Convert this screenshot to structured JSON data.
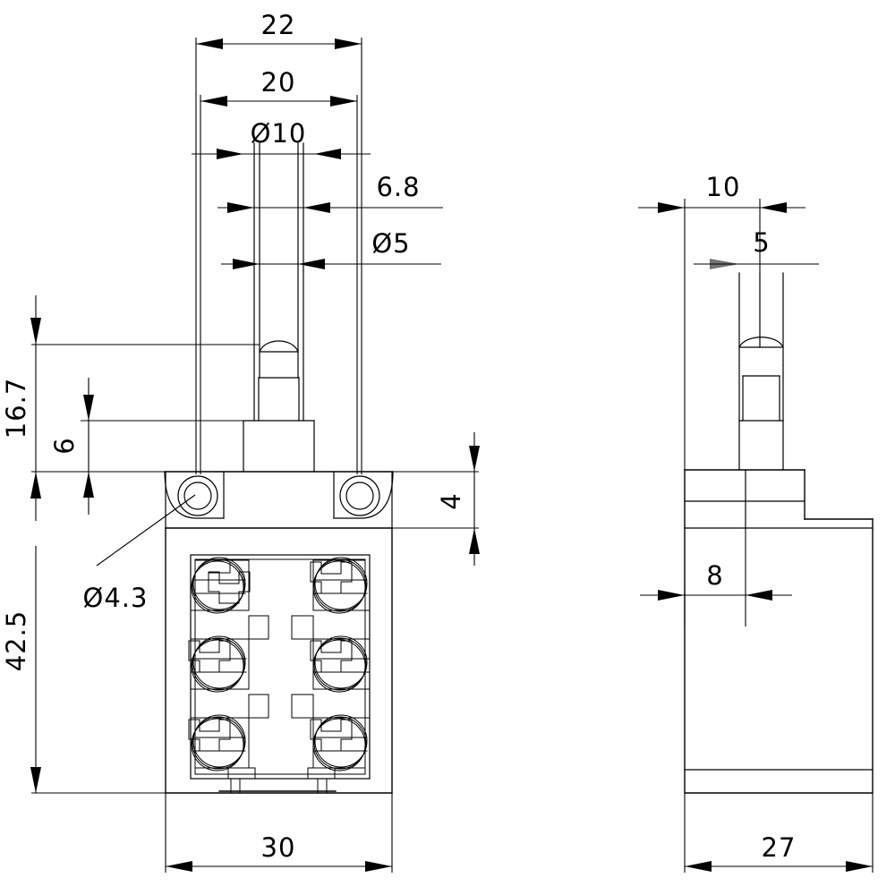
{
  "drawing": {
    "title": "Limit switch mechanical drawing - front and side views",
    "units": "mm",
    "line_color": "#000000",
    "background_color": "#ffffff",
    "views": [
      {
        "id": "front-view",
        "label": "front-view"
      },
      {
        "id": "side-view",
        "label": "side-view"
      }
    ],
    "dimensions": {
      "front": {
        "overall_width_top": "22",
        "mount_hole_spacing": "20",
        "plunger_boss_dia": "Ø10",
        "plunger_collar_width": "6.8",
        "plunger_rod_dia": "Ø5",
        "plunger_height": "16.7",
        "boss_height": "6",
        "ear_thickness": "4",
        "body_height": "42.5",
        "mount_hole_dia": "Ø4.3",
        "body_width": "30"
      },
      "side": {
        "top_width": "10",
        "plunger_dia": "5",
        "boss_offset": "8",
        "body_depth": "27"
      }
    },
    "labels": [
      {
        "name": "dim-22",
        "text": "22"
      },
      {
        "name": "dim-20",
        "text": "20"
      },
      {
        "name": "dim-d10",
        "text": "Ø10"
      },
      {
        "name": "dim-6p8",
        "text": "6.8"
      },
      {
        "name": "dim-d5",
        "text": "Ø5"
      },
      {
        "name": "dim-16p7",
        "text": "16.7"
      },
      {
        "name": "dim-6",
        "text": "6"
      },
      {
        "name": "dim-4",
        "text": "4"
      },
      {
        "name": "dim-42p5",
        "text": "42.5"
      },
      {
        "name": "dim-d4p3",
        "text": "Ø4.3"
      },
      {
        "name": "dim-30",
        "text": "30"
      },
      {
        "name": "dim-10",
        "text": "10"
      },
      {
        "name": "dim-5",
        "text": "5"
      },
      {
        "name": "dim-8",
        "text": "8"
      },
      {
        "name": "dim-27",
        "text": "27"
      }
    ],
    "terminals": {
      "count": 6,
      "rows": 3,
      "columns": 2,
      "screw_type": "phillips-cross-slot"
    }
  }
}
